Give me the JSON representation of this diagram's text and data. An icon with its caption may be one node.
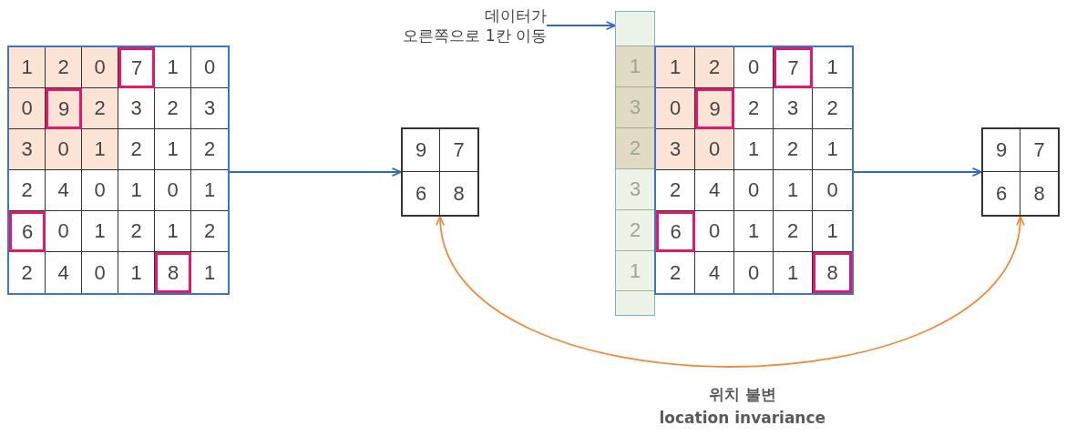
{
  "diagram": {
    "nodes": [
      {
        "text": [
          "1",
          "2",
          "0",
          "7",
          "1",
          "0",
          "0",
          "9",
          "2",
          "3",
          "2",
          "3",
          "3",
          "0",
          "1",
          "2",
          "1",
          "2",
          "2",
          "4",
          "0",
          "1",
          "0",
          "1",
          "6",
          "0",
          "1",
          "2",
          "1",
          "2",
          "2",
          "4",
          "0",
          "1",
          "8",
          "1"
        ]
      },
      {
        "text": [
          "9",
          "7",
          "6",
          "8"
        ]
      },
      {
        "text": [
          "데이터가 오른쪽으로 1칸 이동"
        ]
      },
      {
        "text": [
          "1",
          "3",
          "2",
          "3",
          "2",
          "1"
        ]
      },
      {
        "text": [
          "1",
          "2",
          "0",
          "7",
          "1",
          "0",
          "9",
          "2",
          "3",
          "2",
          "3",
          "0",
          "1",
          "2",
          "1",
          "2",
          "4",
          "0",
          "1",
          "0",
          "6",
          "0",
          "1",
          "2",
          "1",
          "2",
          "4",
          "0",
          "1",
          "8"
        ]
      },
      {
        "text": [
          "9",
          "7",
          "6",
          "8"
        ]
      }
    ],
    "edges": [
      {
        "from": 0,
        "to": 1,
        "arrow": "to"
      },
      {
        "from": 2,
        "to": 3,
        "arrow": "to"
      },
      {
        "from": 4,
        "to": 5,
        "arrow": "to"
      },
      {
        "from": 1,
        "to": 5,
        "arrow": "both",
        "color": "#f28a3a"
      }
    ],
    "labels": [
      "위치 불변",
      "location invariance"
    ]
  }
}
